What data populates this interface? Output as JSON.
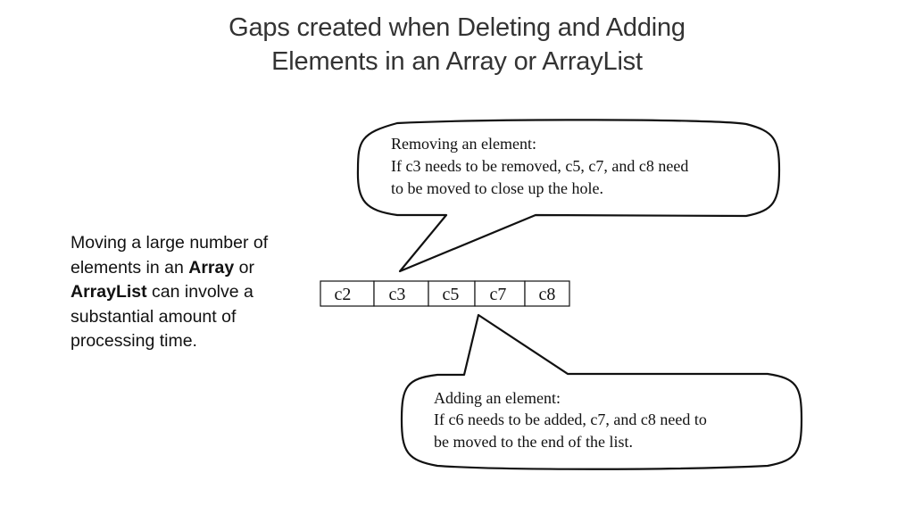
{
  "slide": {
    "title_line1": "Gaps created when Deleting and Adding",
    "title_line2": "Elements in an Array or ArrayList"
  },
  "body": {
    "part1": "Moving a large number of elements in an ",
    "bold1": "Array",
    "part2": " or ",
    "bold2": "ArrayList",
    "part3": " can involve a substantial amount of processing time."
  },
  "array_cells": [
    "c2",
    "c3",
    "c5",
    "c7",
    "c8"
  ],
  "callout_remove": {
    "line1": "Removing an element:",
    "line2": "If c3 needs to be removed, c5, c7, and c8 need",
    "line3": "to be moved to close up the hole."
  },
  "callout_add": {
    "line1": "Adding an element:",
    "line2": "If c6 needs to be added, c7, and c8 need to",
    "line3": "be moved to the end of the list."
  }
}
